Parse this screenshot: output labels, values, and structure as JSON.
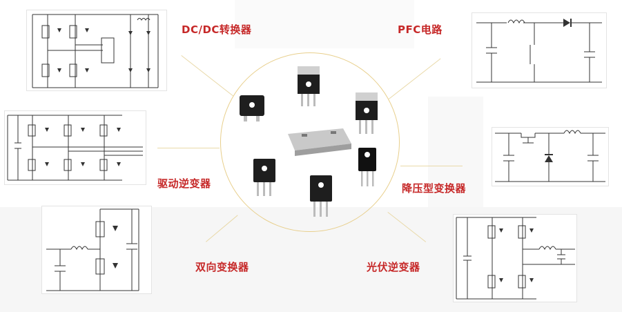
{
  "labels": {
    "dcdc": "DC/DC转换器",
    "pfc": "PFC电路",
    "drive_inverter": "驱动逆变器",
    "buck": "降压型变换器",
    "bidirectional": "双向变换器",
    "pv_inverter": "光伏逆变器"
  },
  "colors": {
    "label": "#c62828",
    "circle": "#e8cf8c",
    "wire": "#333333",
    "device_body": "#1e1e1e",
    "device_tab": "#c8c8c8"
  }
}
